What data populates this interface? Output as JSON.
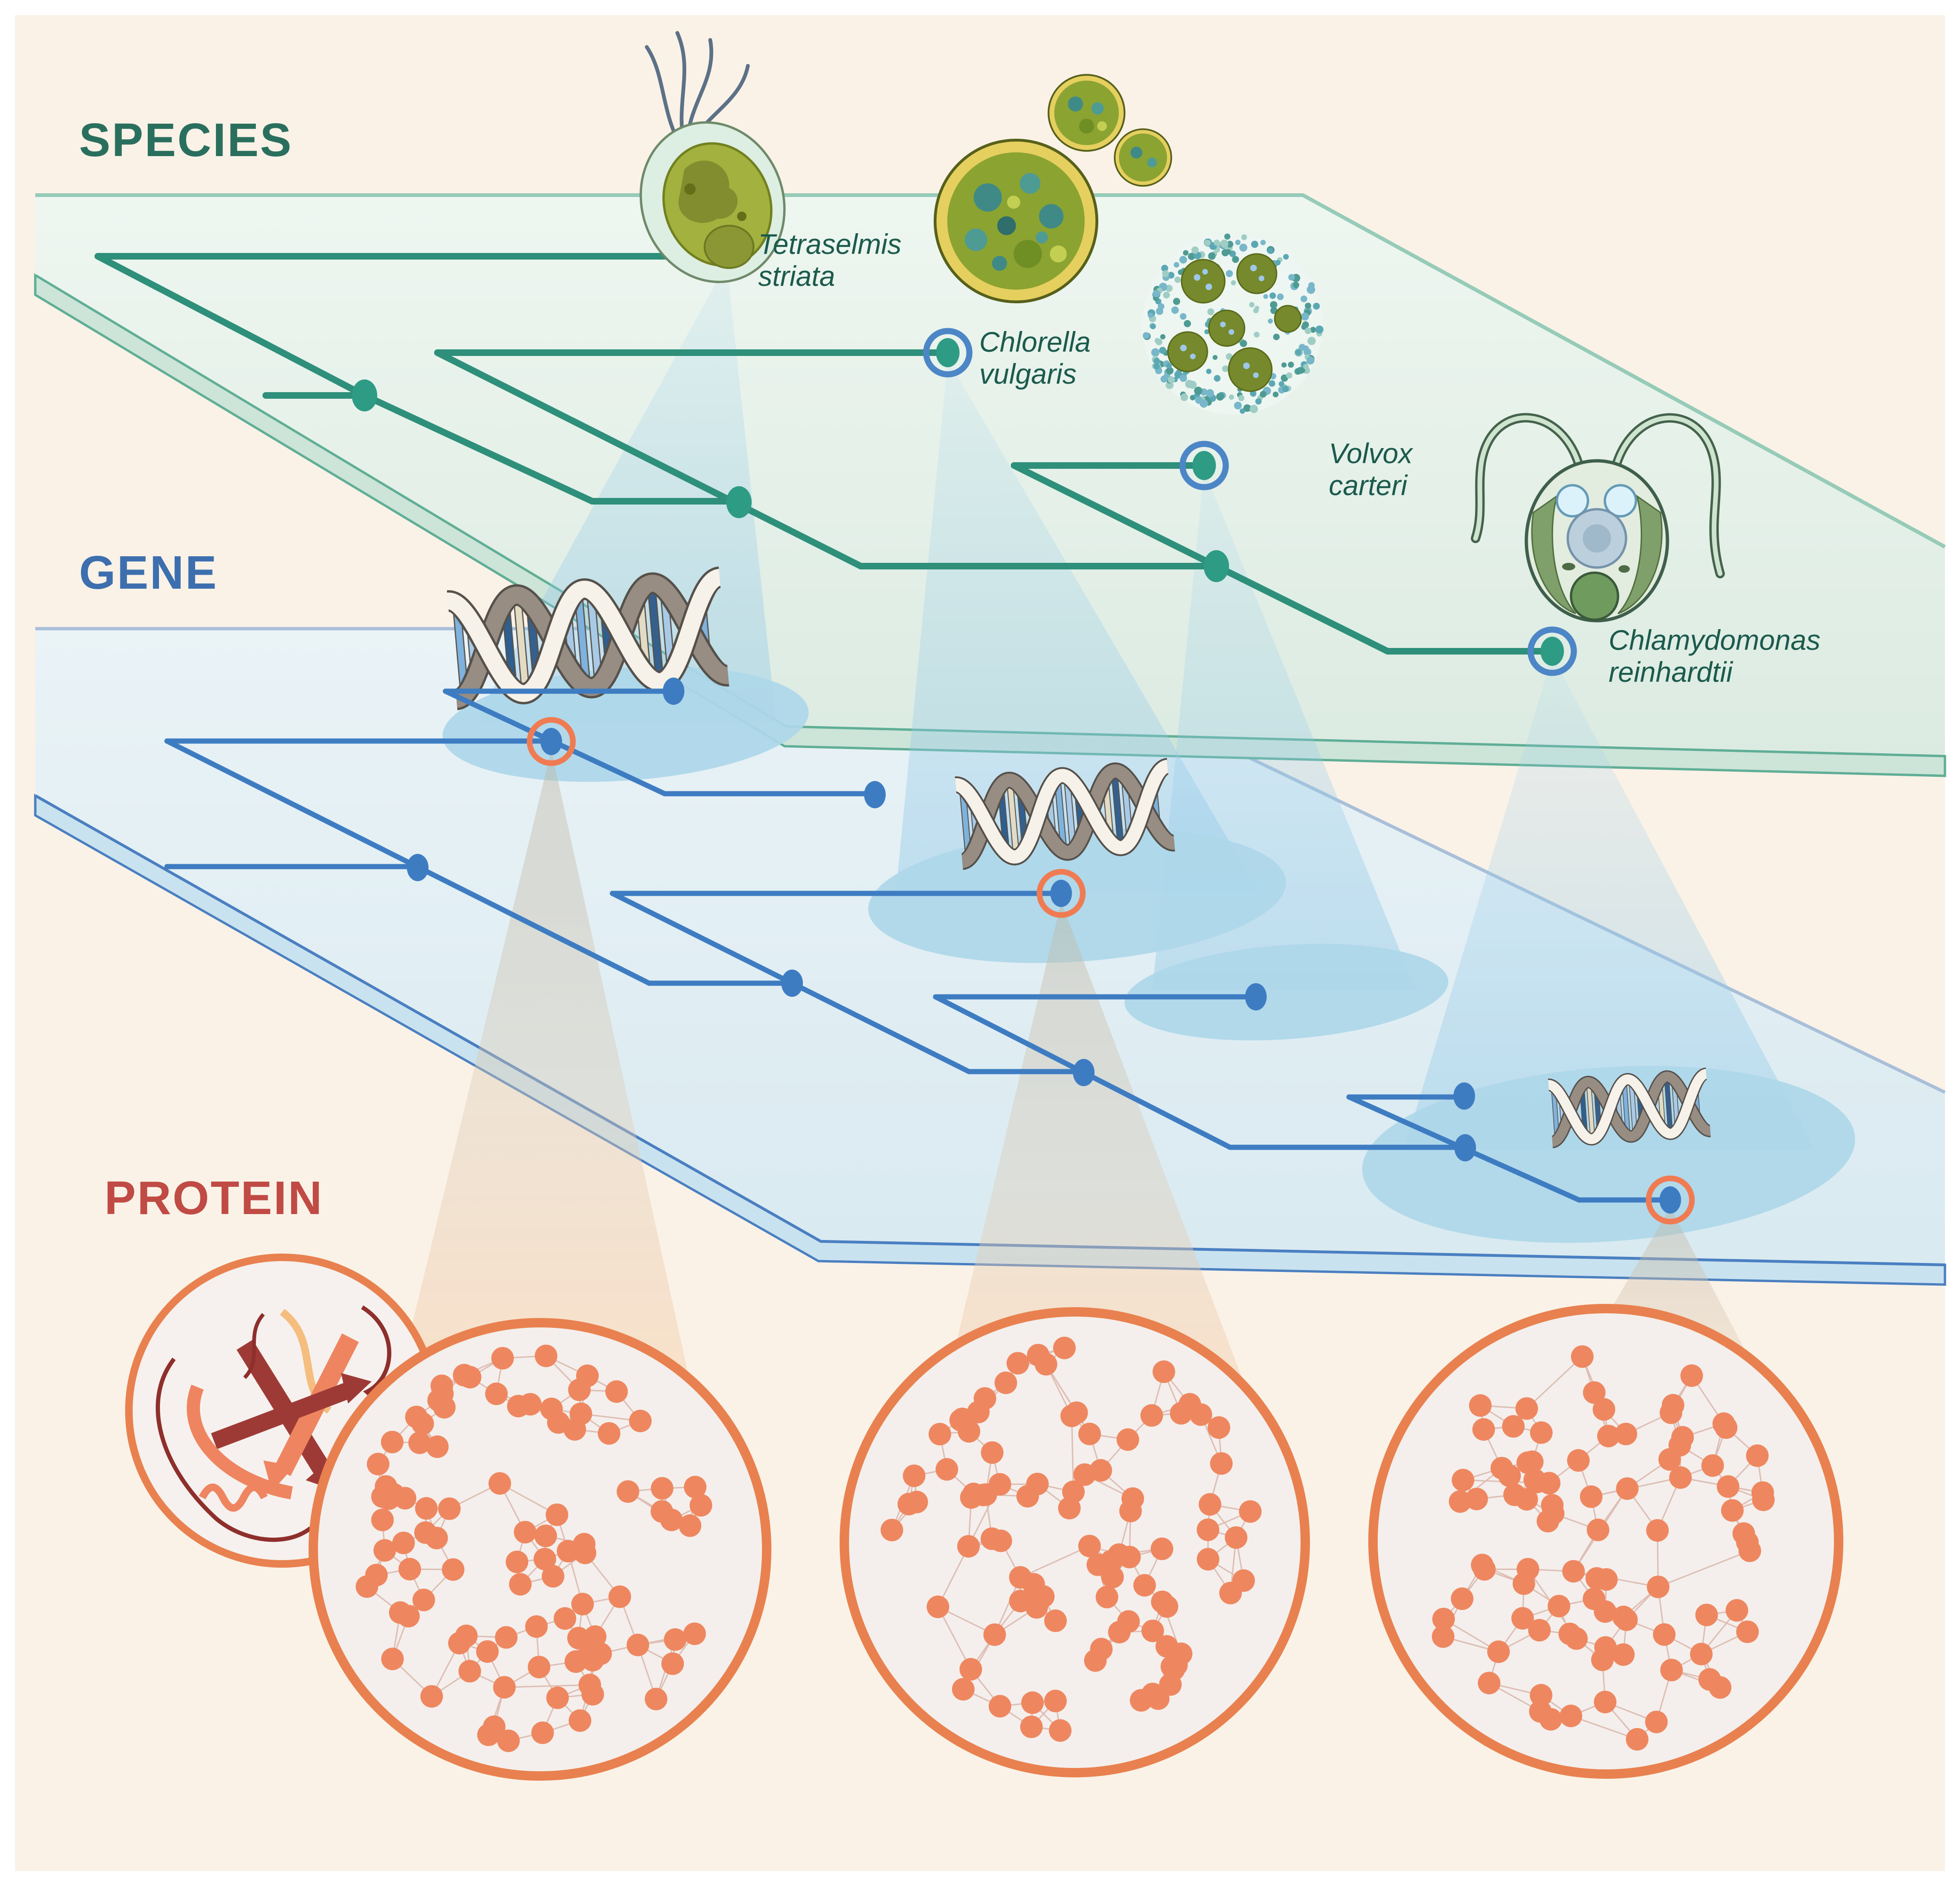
{
  "titles": {
    "species": "SPECIES",
    "gene": "GENE",
    "protein": "PROTEIN"
  },
  "species": [
    {
      "line1": "Tetraselmis",
      "line2": "striata"
    },
    {
      "line1": "Chlorella",
      "line2": "vulgaris"
    },
    {
      "line1": "Volvox",
      "line2": "carteri"
    },
    {
      "line1": "Chlamydomonas",
      "line2": "reinhardtii"
    }
  ],
  "colors": {
    "canvas": "#faf2e7",
    "species_title": "#2a6f5e",
    "gene_title": "#3d6fae",
    "protein_title": "#c04a44",
    "species_tree": "#2e8f7a",
    "species_node": "#2e9b85",
    "leaf_ring": "#4c86c6",
    "gene_tree": "#3e7cc2",
    "orange_ring": "#f07b52",
    "plane_green_edge": "#5fae96",
    "plane_blue_edge": "#4a7fc1",
    "gene_blob": "#aed7ea",
    "circle_border": "#e8814f",
    "circle_fill": "#f4efec",
    "network_node": "#ee8760",
    "network_edge": "#d9b3a8"
  },
  "gene_tree": {
    "node_count": 11,
    "highlighted_count": 3
  },
  "helix": {
    "rung_colors": [
      "#7fb2dd",
      "#a9cae6",
      "#2f5f8f",
      "#e4dbc4",
      "#35608e",
      "#a9cae6"
    ]
  },
  "volvox": {
    "ring_dots": 175,
    "inner_dots": 55,
    "seed": 11,
    "dot_colors": [
      "#4e9b94",
      "#78b7c9",
      "#9fcdc4",
      "#5ba8b4"
    ]
  },
  "networks": [
    {
      "nodes": 95,
      "seed": 7
    },
    {
      "nodes": 92,
      "seed": 13
    },
    {
      "nodes": 88,
      "seed": 29
    }
  ]
}
